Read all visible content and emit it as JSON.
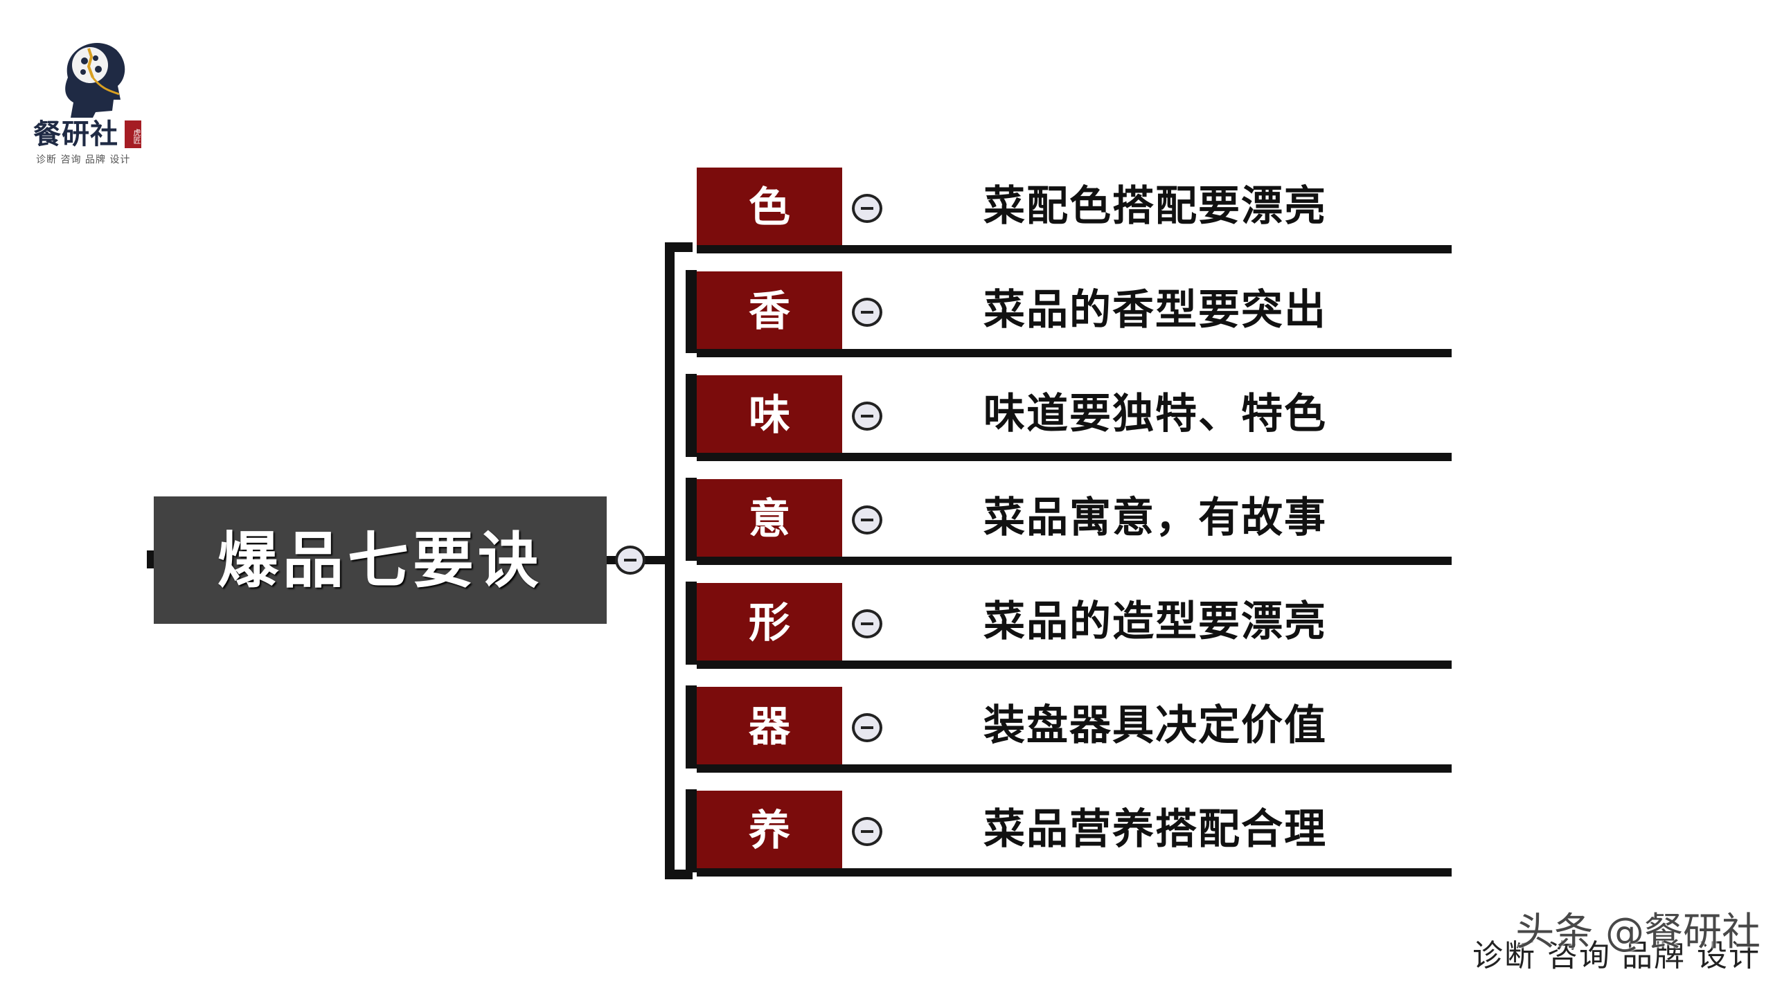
{
  "logo": {
    "title": "餐研社",
    "stamp": "虎匠",
    "subtitle": "诊断 咨询 品牌 设计"
  },
  "root": {
    "title": "爆品七要诀"
  },
  "branches": [
    {
      "key": "色",
      "text": "菜配色搭配要漂亮"
    },
    {
      "key": "香",
      "text": "菜品的香型要突出"
    },
    {
      "key": "味",
      "text": "味道要独特、特色"
    },
    {
      "key": "意",
      "text": "菜品寓意，有故事"
    },
    {
      "key": "形",
      "text": "菜品的造型要漂亮"
    },
    {
      "key": "器",
      "text": "装盘器具决定价值"
    },
    {
      "key": "养",
      "text": "菜品营养搭配合理"
    }
  ],
  "watermark": {
    "main": "头条 @餐研社",
    "sub": "诊断 咨询 品牌 设计"
  },
  "colors": {
    "root_bg": "#424242",
    "key_bg": "#7b0c0c",
    "line": "#111111"
  },
  "icons": {
    "collapse": "minus-circle-icon",
    "logo": "brain-head-icon"
  }
}
